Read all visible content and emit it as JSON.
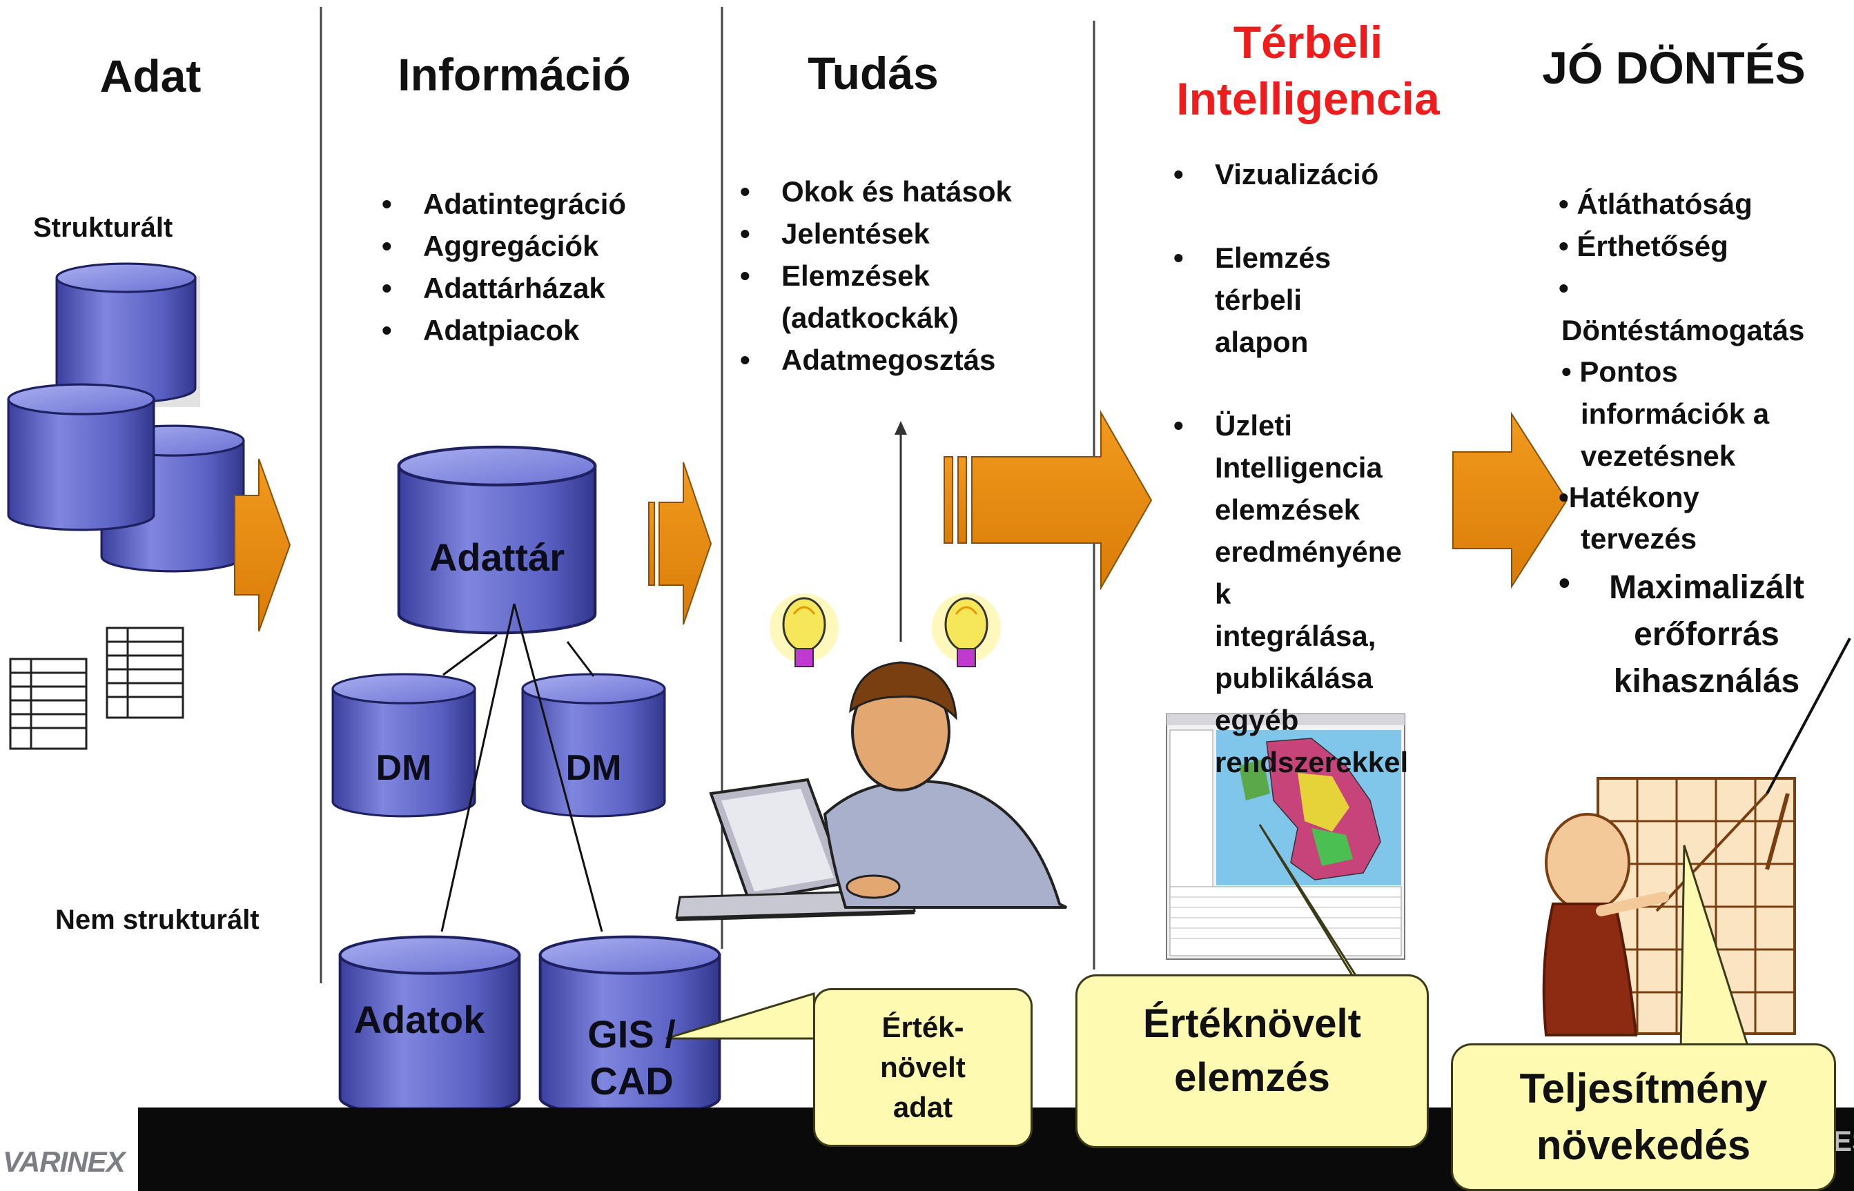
{
  "columns": {
    "adat": {
      "title": "Adat",
      "structured_label": "Strukturált",
      "unstructured_label": "Nem strukturált"
    },
    "informacio": {
      "title": "Információ",
      "bullets": [
        "Adatintegráció",
        "Aggregációk",
        "Adattárházak",
        "Adatpiacok"
      ],
      "warehouse_label": "Adattár",
      "datamart_labels": [
        "DM",
        "DM"
      ],
      "source_labels": [
        "Adatok",
        "GIS / CAD"
      ]
    },
    "tudas": {
      "title": "Tudás",
      "bullets": [
        "Okok és hatások",
        "Jelentések",
        "Elemzések (adatkockák)",
        "Adatmegosztás"
      ]
    },
    "terbeli": {
      "title": "Térbeli Intelligencia",
      "bullets": [
        "Vizualizáció",
        "Elemzés térbeli alapon",
        "Üzleti Intelligencia elemzések eredményéne k integrálása, publikálása egyéb rendszerekkel"
      ]
    },
    "jo_dontes": {
      "title": "JÓ DÖNTÉS",
      "items": [
        "• Átláthatóság",
        "• Érthetőség",
        "•",
        "Döntéstámogatás",
        "• Pontos",
        "információk a",
        "vezetésnek",
        "•Hatékony",
        "tervezés"
      ],
      "highlight_bullet": "Maximalizált erőforrás kihasználás"
    }
  },
  "callouts": {
    "ertek_novelt_adat": "Érték- növelt adat",
    "ertek_novelt_elemzes": "Értéknövelt elemzés",
    "teljesitmeny": "Teljesítmény növekedés"
  },
  "footer": {
    "logo": "VARINEX",
    "corner_fragment": "ES"
  },
  "colors": {
    "accent_red": "#ee1c1c",
    "arrow_orange": "#e38b12",
    "db_blue": "#5a62c4",
    "callout_yellow": "#fefab2"
  }
}
